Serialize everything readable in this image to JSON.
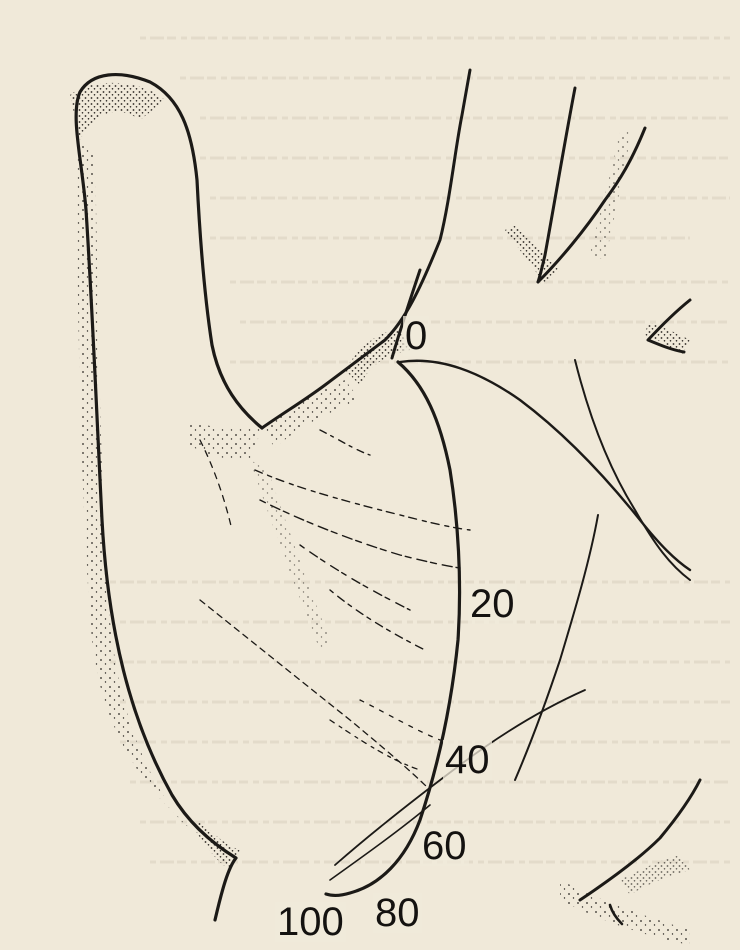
{
  "life_line_scale": {
    "age_markers": [
      {
        "key": "m0",
        "text": "0"
      },
      {
        "key": "m20",
        "text": "20"
      },
      {
        "key": "m40",
        "text": "40"
      },
      {
        "key": "m60",
        "text": "60"
      },
      {
        "key": "m80",
        "text": "80"
      },
      {
        "key": "m100",
        "text": "100"
      }
    ]
  },
  "colors": {
    "paper": "#f0e9d9",
    "ink": "#1c1a17",
    "stipple": "#2a2622",
    "bleed_through_text": "#d9cfbd"
  }
}
